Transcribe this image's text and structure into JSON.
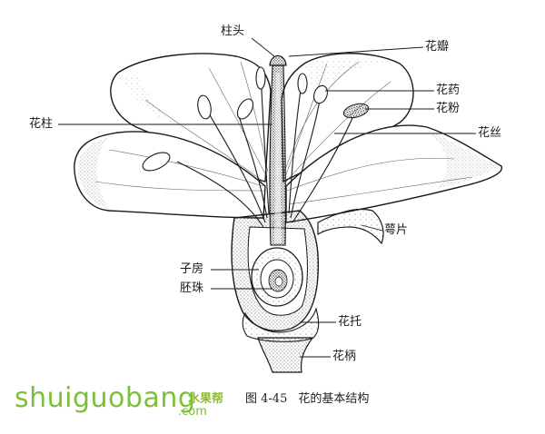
{
  "labels": {
    "stigma": "柱头",
    "petal": "花瓣",
    "anther": "花药",
    "pollen": "花粉",
    "style": "花柱",
    "filament": "花丝",
    "sepal": "萼片",
    "ovary": "子房",
    "ovule": "胚珠",
    "receptacle": "花托",
    "pedicel": "花柄"
  },
  "caption": {
    "number": "图 4-45",
    "title": "花的基本结构"
  },
  "watermark": {
    "text": "shuiguobang",
    "cn": "水果帮",
    "domain": ".com"
  },
  "colors": {
    "ink": "#1a1a1a",
    "watermark": "#7cbf3a"
  }
}
